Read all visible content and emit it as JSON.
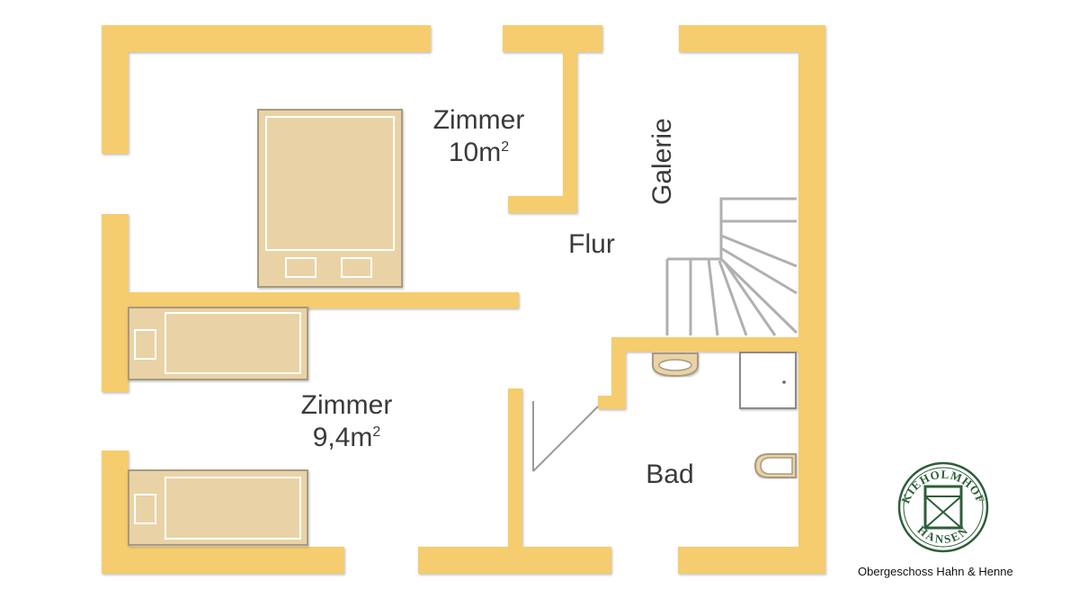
{
  "rooms": {
    "zimmer_top": {
      "name": "Zimmer",
      "area": "10m",
      "sup": "2"
    },
    "zimmer_bottom": {
      "name": "Zimmer",
      "area": "9,4m",
      "sup": "2"
    },
    "flur": "Flur",
    "galerie": "Galerie",
    "bad": "Bad"
  },
  "logo": {
    "top_text": "KIEHOLMHOF",
    "bottom_text": "HANSEN"
  },
  "caption": "Obergeschoss Hahn & Henne",
  "colors": {
    "wall": "#f5cc6e",
    "furniture_fill": "#e9d3a6",
    "furniture_stroke": "#a89a80",
    "logo_green": "#2e5e3a"
  }
}
